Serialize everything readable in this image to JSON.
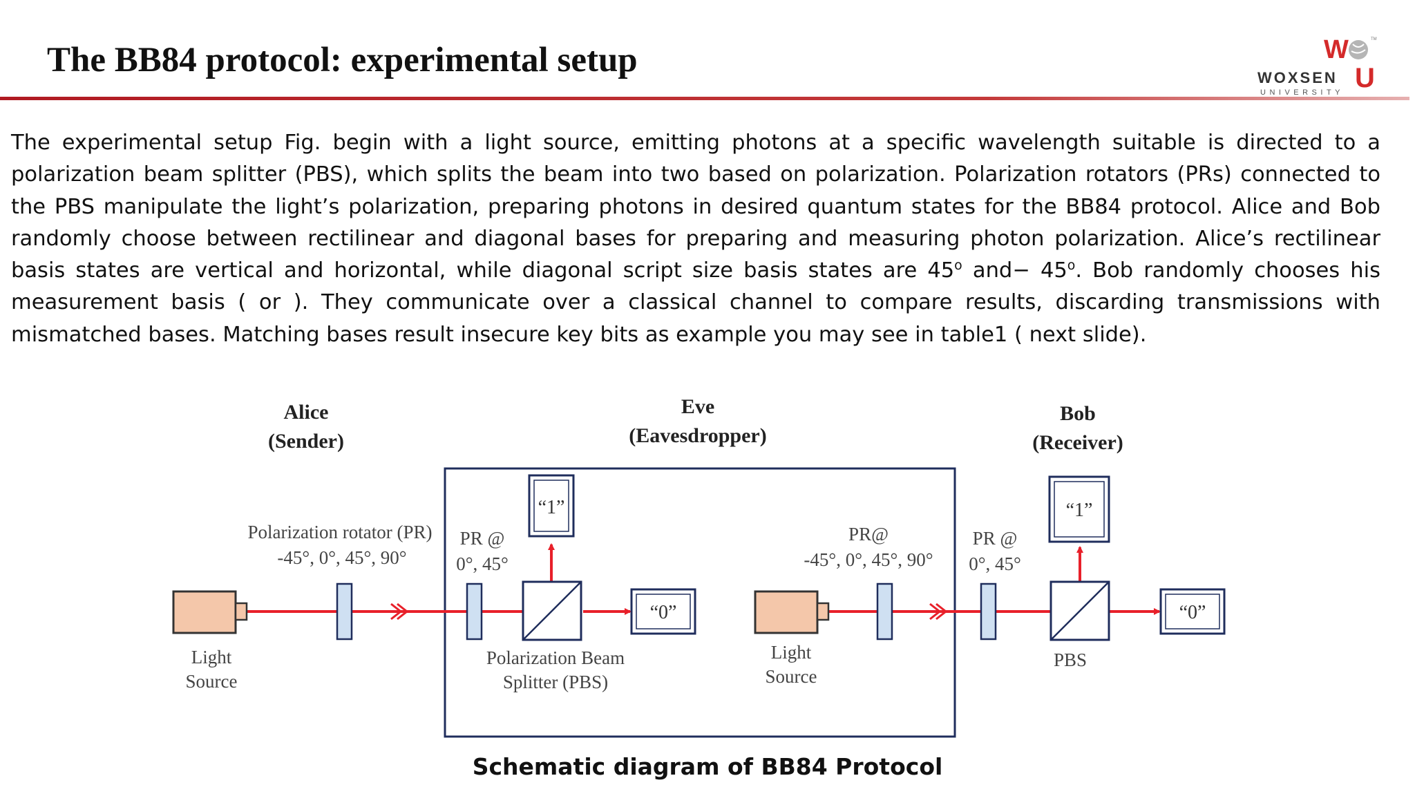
{
  "slide": {
    "title": "The BB84 protocol: experimental setup",
    "paragraph": {
      "part1": "The experimental setup Fig. begin with a light source, emitting photons at a specific wavelength suitable is directed to a polarization beam splitter (PBS), which splits the beam into two based on polarization. Polarization rotators (PRs) connected to the PBS manipulate the light’s polarization, preparing photons in desired quantum states for the BB84 protocol. Alice and Bob randomly choose between rectilinear and diagonal bases for preparing and measuring photon polarization. Alice’s rectilinear basis states are vertical  and horizontal, while diagonal script size basis states are 45",
      "degree1": "o",
      "part2": " and− 45",
      "degree2": "o",
      "part3": ". Bob randomly chooses his measurement basis ( or ). They communicate over a classical channel to compare results, discarding transmissions with mismatched bases. Matching bases result insecure key bits as example you may see in table1 ( next slide)."
    },
    "caption": "Schematic diagram of BB84 Protocol"
  },
  "logo": {
    "name": "WOXSEN",
    "subtitle": "UNIVERSITY",
    "mark_top": "W",
    "mark_bottom": "U",
    "tm": "TM"
  },
  "diagram": {
    "alice": {
      "title": "Alice",
      "role": "(Sender)"
    },
    "eve": {
      "title": "Eve",
      "role": "(Eavesdropper)"
    },
    "bob": {
      "title": "Bob",
      "role": "(Receiver)"
    },
    "alice_pr_label": "Polarization rotator (PR)",
    "alice_pr_angles": "-45°, 0°, 45°, 90°",
    "eve_pr_label": "PR @",
    "eve_pr_angles": "0°, 45°",
    "eve_pr2_label": "PR@",
    "eve_pr2_angles": "-45°, 0°, 45°, 90°",
    "bob_pr_label": "PR @",
    "bob_pr_angles": "0°, 45°",
    "light_source_line1": "Light",
    "light_source_line2": "Source",
    "pbs_line1": "Polarization Beam",
    "pbs_line2": "Splitter (PBS)",
    "pbs_short": "PBS",
    "detector_one": "“1”",
    "detector_zero": "“0”"
  },
  "colors": {
    "accent_red": "#b01a22",
    "beam_red": "#e8202a",
    "frame_navy": "#1f2d5c",
    "source_fill": "#f4c7aa",
    "rotator_fill": "#cfe0f2"
  }
}
